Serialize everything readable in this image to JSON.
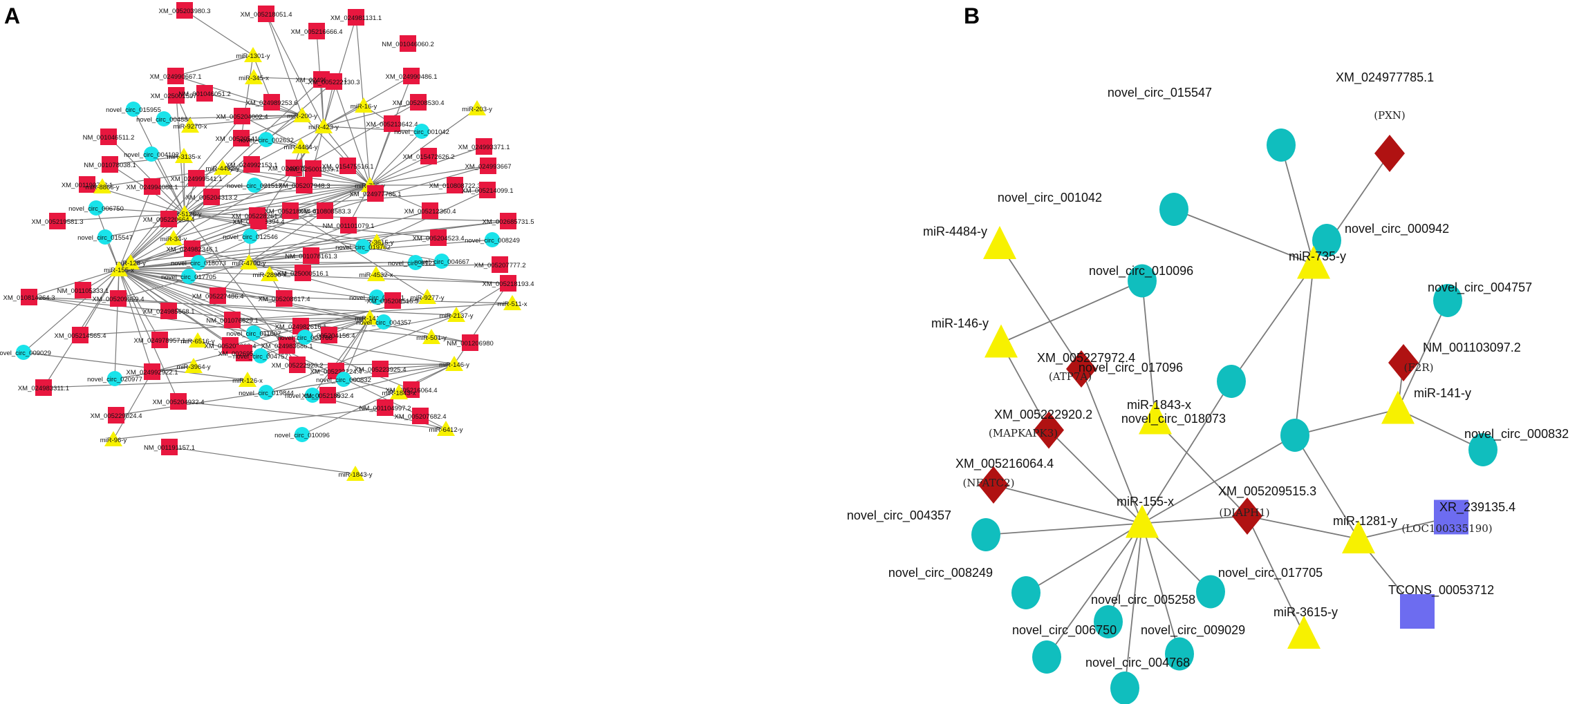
{
  "panels": {
    "A": {
      "letter": "A",
      "nodes": [
        {
          "id": "XM_005203980.3",
          "kind": "gene"
        },
        {
          "id": "XM_005218051.4",
          "kind": "gene"
        },
        {
          "id": "XM_024981131.1",
          "kind": "gene"
        },
        {
          "id": "XM_005216666.4",
          "kind": "gene"
        },
        {
          "id": "NM_001046060.2",
          "kind": "gene"
        },
        {
          "id": "miR-1301-y",
          "kind": "mirna"
        },
        {
          "id": "miR-345-x",
          "kind": "mirna"
        },
        {
          "id": "XM_024990667.1",
          "kind": "gene"
        },
        {
          "id": "XM_024982183.1",
          "kind": "gene"
        },
        {
          "id": "XM_005222130.3",
          "kind": "gene"
        },
        {
          "id": "XM_024990486.1",
          "kind": "gene"
        },
        {
          "id": "XM_025001597.1",
          "kind": "gene"
        },
        {
          "id": "NM_001046051.2",
          "kind": "gene"
        },
        {
          "id": "XM_024989253.6",
          "kind": "gene"
        },
        {
          "id": "XM_005208530.4",
          "kind": "gene"
        },
        {
          "id": "miR-16-y",
          "kind": "mirna"
        },
        {
          "id": "miR-203-y",
          "kind": "mirna"
        },
        {
          "id": "novel_circ_015955",
          "kind": "circ"
        },
        {
          "id": "novel_circ_004884",
          "kind": "circ"
        },
        {
          "id": "miR-9270-x",
          "kind": "mirna"
        },
        {
          "id": "XM_005204002.4",
          "kind": "gene"
        },
        {
          "id": "miR-200-y",
          "kind": "mirna"
        },
        {
          "id": "miR-423-y",
          "kind": "mirna"
        },
        {
          "id": "XM_005213642.4",
          "kind": "gene"
        },
        {
          "id": "novel_circ_001042",
          "kind": "circ"
        },
        {
          "id": "NM_001046511.2",
          "kind": "gene"
        },
        {
          "id": "XM_005205419.4",
          "kind": "gene"
        },
        {
          "id": "novel_circ_002632",
          "kind": "circ"
        },
        {
          "id": "novel_circ_004102",
          "kind": "circ"
        },
        {
          "id": "miR-4484-y",
          "kind": "mirna"
        },
        {
          "id": "XM_015472626.2",
          "kind": "gene"
        },
        {
          "id": "XM_024993371.1",
          "kind": "gene"
        },
        {
          "id": "NM_001078038.1",
          "kind": "gene"
        },
        {
          "id": "miR-3135-x",
          "kind": "mirna"
        },
        {
          "id": "miR-4492-y",
          "kind": "mirna"
        },
        {
          "id": "XM_024992153.1",
          "kind": "gene"
        },
        {
          "id": "XM_024997599.6",
          "kind": "gene"
        },
        {
          "id": "XM_025001839.1",
          "kind": "gene"
        },
        {
          "id": "XM_015475516.1",
          "kind": "gene"
        },
        {
          "id": "XM_024993667",
          "kind": "gene"
        },
        {
          "id": "XM_001192748.1",
          "kind": "gene"
        },
        {
          "id": "miR-8866-y",
          "kind": "mirna"
        },
        {
          "id": "XM_024999541.1",
          "kind": "gene"
        },
        {
          "id": "XM_024994088.1",
          "kind": "gene"
        },
        {
          "id": "novel_circ_021517",
          "kind": "circ"
        },
        {
          "id": "XM_005207948.3",
          "kind": "gene"
        },
        {
          "id": "miR-735-y",
          "kind": "mirna"
        },
        {
          "id": "XM_024977785.1",
          "kind": "gene"
        },
        {
          "id": "XM_010808722.3",
          "kind": "gene"
        },
        {
          "id": "XM_005214099.1",
          "kind": "gene"
        },
        {
          "id": "novel_circ_006750",
          "kind": "circ"
        },
        {
          "id": "XM_005204313.2",
          "kind": "gene"
        },
        {
          "id": "miR-5126-y",
          "kind": "mirna"
        },
        {
          "id": "XM_005220664.4",
          "kind": "gene"
        },
        {
          "id": "XM_005219581.3",
          "kind": "gene"
        },
        {
          "id": "novel_circ_015547",
          "kind": "circ"
        },
        {
          "id": "XM_005208394.4",
          "kind": "gene"
        },
        {
          "id": "XM_005228261.4",
          "kind": "gene"
        },
        {
          "id": "XM_005218044.4",
          "kind": "gene"
        },
        {
          "id": "XM_010808583.3",
          "kind": "gene"
        },
        {
          "id": "NM_001101079.1",
          "kind": "gene"
        },
        {
          "id": "XM_005212360.4",
          "kind": "gene"
        },
        {
          "id": "miR-3615-y",
          "kind": "mirna"
        },
        {
          "id": "XM_002685731.5",
          "kind": "gene"
        },
        {
          "id": "miR-34-y",
          "kind": "mirna"
        },
        {
          "id": "XM_024982346.1",
          "kind": "gene"
        },
        {
          "id": "novel_circ_012546",
          "kind": "circ"
        },
        {
          "id": "novel_circ_019782",
          "kind": "circ"
        },
        {
          "id": "XM_005204523.4",
          "kind": "gene"
        },
        {
          "id": "novel_circ_008249",
          "kind": "circ"
        },
        {
          "id": "miR-128-y",
          "kind": "mirna"
        },
        {
          "id": "novel_circ_018073",
          "kind": "circ"
        },
        {
          "id": "miR-4700-y",
          "kind": "mirna"
        },
        {
          "id": "NM_001078161.3",
          "kind": "gene"
        },
        {
          "id": "novel_circ_012138",
          "kind": "circ"
        },
        {
          "id": "novel_circ_004667",
          "kind": "circ"
        },
        {
          "id": "XM_005207777.2",
          "kind": "gene"
        },
        {
          "id": "miR-155-x",
          "kind": "mirna"
        },
        {
          "id": "novel_circ_017705",
          "kind": "circ"
        },
        {
          "id": "miR-2890-x",
          "kind": "mirna"
        },
        {
          "id": "XM_025000516.1",
          "kind": "gene"
        },
        {
          "id": "miR-4532-x",
          "kind": "mirna"
        },
        {
          "id": "XM_005218193.4",
          "kind": "gene"
        },
        {
          "id": "XM_010814264.3",
          "kind": "gene"
        },
        {
          "id": "NM_001105333.1",
          "kind": "gene"
        },
        {
          "id": "XM_005209359.4",
          "kind": "gene"
        },
        {
          "id": "XM_005227486.4",
          "kind": "gene"
        },
        {
          "id": "novel_circ_020291",
          "kind": "circ"
        },
        {
          "id": "miR-9277-y",
          "kind": "mirna"
        },
        {
          "id": "miR-511-x",
          "kind": "mirna"
        },
        {
          "id": "XM_005208617.4",
          "kind": "gene"
        },
        {
          "id": "XM_005208515.3",
          "kind": "gene"
        },
        {
          "id": "XM_024985568.1",
          "kind": "gene"
        },
        {
          "id": "NM_001076629.1",
          "kind": "gene"
        },
        {
          "id": "XM_024982616.1",
          "kind": "gene"
        },
        {
          "id": "miR-141-y",
          "kind": "mirna"
        },
        {
          "id": "miR-2137-y",
          "kind": "mirna"
        },
        {
          "id": "novel_circ_004357",
          "kind": "circ"
        },
        {
          "id": "XM_005214565.4",
          "kind": "gene"
        },
        {
          "id": "novel_circ_011607",
          "kind": "circ"
        },
        {
          "id": "XM_005204156.4",
          "kind": "gene"
        },
        {
          "id": "miR-501-y",
          "kind": "mirna"
        },
        {
          "id": "NM_001206980",
          "kind": "gene"
        },
        {
          "id": "XM_024978957.1",
          "kind": "gene"
        },
        {
          "id": "miR-6516-y",
          "kind": "mirna"
        },
        {
          "id": "XM_005202002.4",
          "kind": "gene"
        },
        {
          "id": "XM_024983686.1",
          "kind": "gene"
        },
        {
          "id": "novel_circ_004768",
          "kind": "circ"
        },
        {
          "id": "novel_circ_009029",
          "kind": "circ"
        },
        {
          "id": "XM_002695368.5",
          "kind": "gene"
        },
        {
          "id": "novel_circ_004757",
          "kind": "circ"
        },
        {
          "id": "XM_005222920.2",
          "kind": "gene"
        },
        {
          "id": "miR-146-y",
          "kind": "mirna"
        },
        {
          "id": "miR-3964-y",
          "kind": "mirna"
        },
        {
          "id": "XM_024992922.1",
          "kind": "gene"
        },
        {
          "id": "XM_005222224.4",
          "kind": "gene"
        },
        {
          "id": "XM_005223925.4",
          "kind": "gene"
        },
        {
          "id": "XM_005216064.4",
          "kind": "gene"
        },
        {
          "id": "novel_circ_020977",
          "kind": "circ"
        },
        {
          "id": "miR-126-x",
          "kind": "mirna"
        },
        {
          "id": "novel_circ_000832",
          "kind": "circ"
        },
        {
          "id": "novel_circ_019844",
          "kind": "circ"
        },
        {
          "id": "miR-1843-x",
          "kind": "mirna"
        },
        {
          "id": "XM_024983311.1",
          "kind": "gene"
        },
        {
          "id": "XM_005204932.4",
          "kind": "gene"
        },
        {
          "id": "novel_circ_013966",
          "kind": "circ"
        },
        {
          "id": "XM_005218932.4",
          "kind": "gene"
        },
        {
          "id": "NM_001104997.2",
          "kind": "gene"
        },
        {
          "id": "XM_005229024.4",
          "kind": "gene"
        },
        {
          "id": "XM_005207682.4",
          "kind": "gene"
        },
        {
          "id": "miR-96-y",
          "kind": "mirna"
        },
        {
          "id": "novel_circ_010096",
          "kind": "circ"
        },
        {
          "id": "miR-6412-y",
          "kind": "mirna"
        },
        {
          "id": "NM_001191157.1",
          "kind": "gene"
        },
        {
          "id": "miR-1843-y",
          "kind": "mirna"
        }
      ]
    },
    "B": {
      "letter": "B",
      "nodes": [
        {
          "id": "novel_circ_015547",
          "kind": "circ"
        },
        {
          "id": "XM_024977785.1",
          "kind": "gene",
          "symbol": "(PXN)"
        },
        {
          "id": "novel_circ_001042",
          "kind": "circ"
        },
        {
          "id": "novel_circ_000942",
          "kind": "circ"
        },
        {
          "id": "miR-4484-y",
          "kind": "mirna"
        },
        {
          "id": "novel_circ_010096",
          "kind": "circ"
        },
        {
          "id": "miR-735-y",
          "kind": "mirna"
        },
        {
          "id": "novel_circ_004757",
          "kind": "circ"
        },
        {
          "id": "miR-146-y",
          "kind": "mirna"
        },
        {
          "id": "XM_005227972.4",
          "kind": "gene",
          "symbol": "(ATP7A)"
        },
        {
          "id": "NM_001103097.2",
          "kind": "gene",
          "symbol": "(F2R)"
        },
        {
          "id": "novel_circ_017096",
          "kind": "circ"
        },
        {
          "id": "miR-1843-x",
          "kind": "mirna"
        },
        {
          "id": "XM_005222920.2",
          "kind": "gene",
          "symbol": "(MAPKAPK3)"
        },
        {
          "id": "miR-141-y",
          "kind": "mirna"
        },
        {
          "id": "novel_circ_018073",
          "kind": "circ"
        },
        {
          "id": "novel_circ_000832",
          "kind": "circ"
        },
        {
          "id": "XM_005216064.4",
          "kind": "gene",
          "symbol": "(NFATC2)"
        },
        {
          "id": "miR-155-x",
          "kind": "mirna"
        },
        {
          "id": "XM_005209515.3",
          "kind": "gene",
          "symbol": "(DIAPH1)"
        },
        {
          "id": "XR_239135.4",
          "kind": "lnc",
          "symbol": "(LOC100335190)"
        },
        {
          "id": "miR-1281-y",
          "kind": "mirna"
        },
        {
          "id": "novel_circ_004357",
          "kind": "circ"
        },
        {
          "id": "novel_circ_008249",
          "kind": "circ"
        },
        {
          "id": "novel_circ_017705",
          "kind": "circ"
        },
        {
          "id": "novel_circ_005258",
          "kind": "circ"
        },
        {
          "id": "TCONS_00053712",
          "kind": "lnc"
        },
        {
          "id": "novel_circ_006750",
          "kind": "circ"
        },
        {
          "id": "novel_circ_009029",
          "kind": "circ"
        },
        {
          "id": "miR-3615-y",
          "kind": "mirna"
        },
        {
          "id": "novel_circ_004768",
          "kind": "circ"
        }
      ],
      "edges": [
        [
          "miR-735-y",
          "novel_circ_015547"
        ],
        [
          "miR-735-y",
          "XM_024977785.1"
        ],
        [
          "miR-735-y",
          "novel_circ_001042"
        ],
        [
          "miR-735-y",
          "novel_circ_000942"
        ],
        [
          "miR-735-y",
          "novel_circ_017096"
        ],
        [
          "miR-735-y",
          "novel_circ_018073"
        ],
        [
          "miR-4484-y",
          "XM_005227972.4"
        ],
        [
          "miR-146-y",
          "novel_circ_010096"
        ],
        [
          "miR-146-y",
          "XM_005222920.2"
        ],
        [
          "novel_circ_010096",
          "miR-1843-x"
        ],
        [
          "miR-141-y",
          "novel_circ_004757"
        ],
        [
          "miR-141-y",
          "NM_001103097.2"
        ],
        [
          "miR-141-y",
          "novel_circ_018073"
        ],
        [
          "miR-141-y",
          "novel_circ_000832"
        ],
        [
          "miR-1843-x",
          "XM_005209515.3"
        ],
        [
          "miR-155-x",
          "XM_005227972.4"
        ],
        [
          "miR-155-x",
          "XM_005222920.2"
        ],
        [
          "miR-155-x",
          "XM_005216064.4"
        ],
        [
          "miR-155-x",
          "novel_circ_017096"
        ],
        [
          "miR-155-x",
          "novel_circ_018073"
        ],
        [
          "miR-155-x",
          "XM_005209515.3"
        ],
        [
          "miR-155-x",
          "novel_circ_004357"
        ],
        [
          "miR-155-x",
          "novel_circ_008249"
        ],
        [
          "miR-155-x",
          "novel_circ_005258"
        ],
        [
          "miR-155-x",
          "novel_circ_006750"
        ],
        [
          "miR-155-x",
          "novel_circ_004768"
        ],
        [
          "miR-155-x",
          "novel_circ_009029"
        ],
        [
          "miR-155-x",
          "novel_circ_017705"
        ],
        [
          "miR-1281-y",
          "XM_005209515.3"
        ],
        [
          "miR-1281-y",
          "novel_circ_018073"
        ],
        [
          "miR-1281-y",
          "XR_239135.4"
        ],
        [
          "miR-1281-y",
          "TCONS_00053712"
        ],
        [
          "miR-3615-y",
          "XM_005209515.3"
        ]
      ]
    }
  },
  "colors": {
    "gene_a": "#e8173f",
    "circ_a": "#19e3ea",
    "mirna": "#f7f100",
    "gene_b": "#b01212",
    "circ_b": "#10bebe",
    "lnc_b": "#6d6cf0",
    "edge": "#7a7a7a"
  }
}
